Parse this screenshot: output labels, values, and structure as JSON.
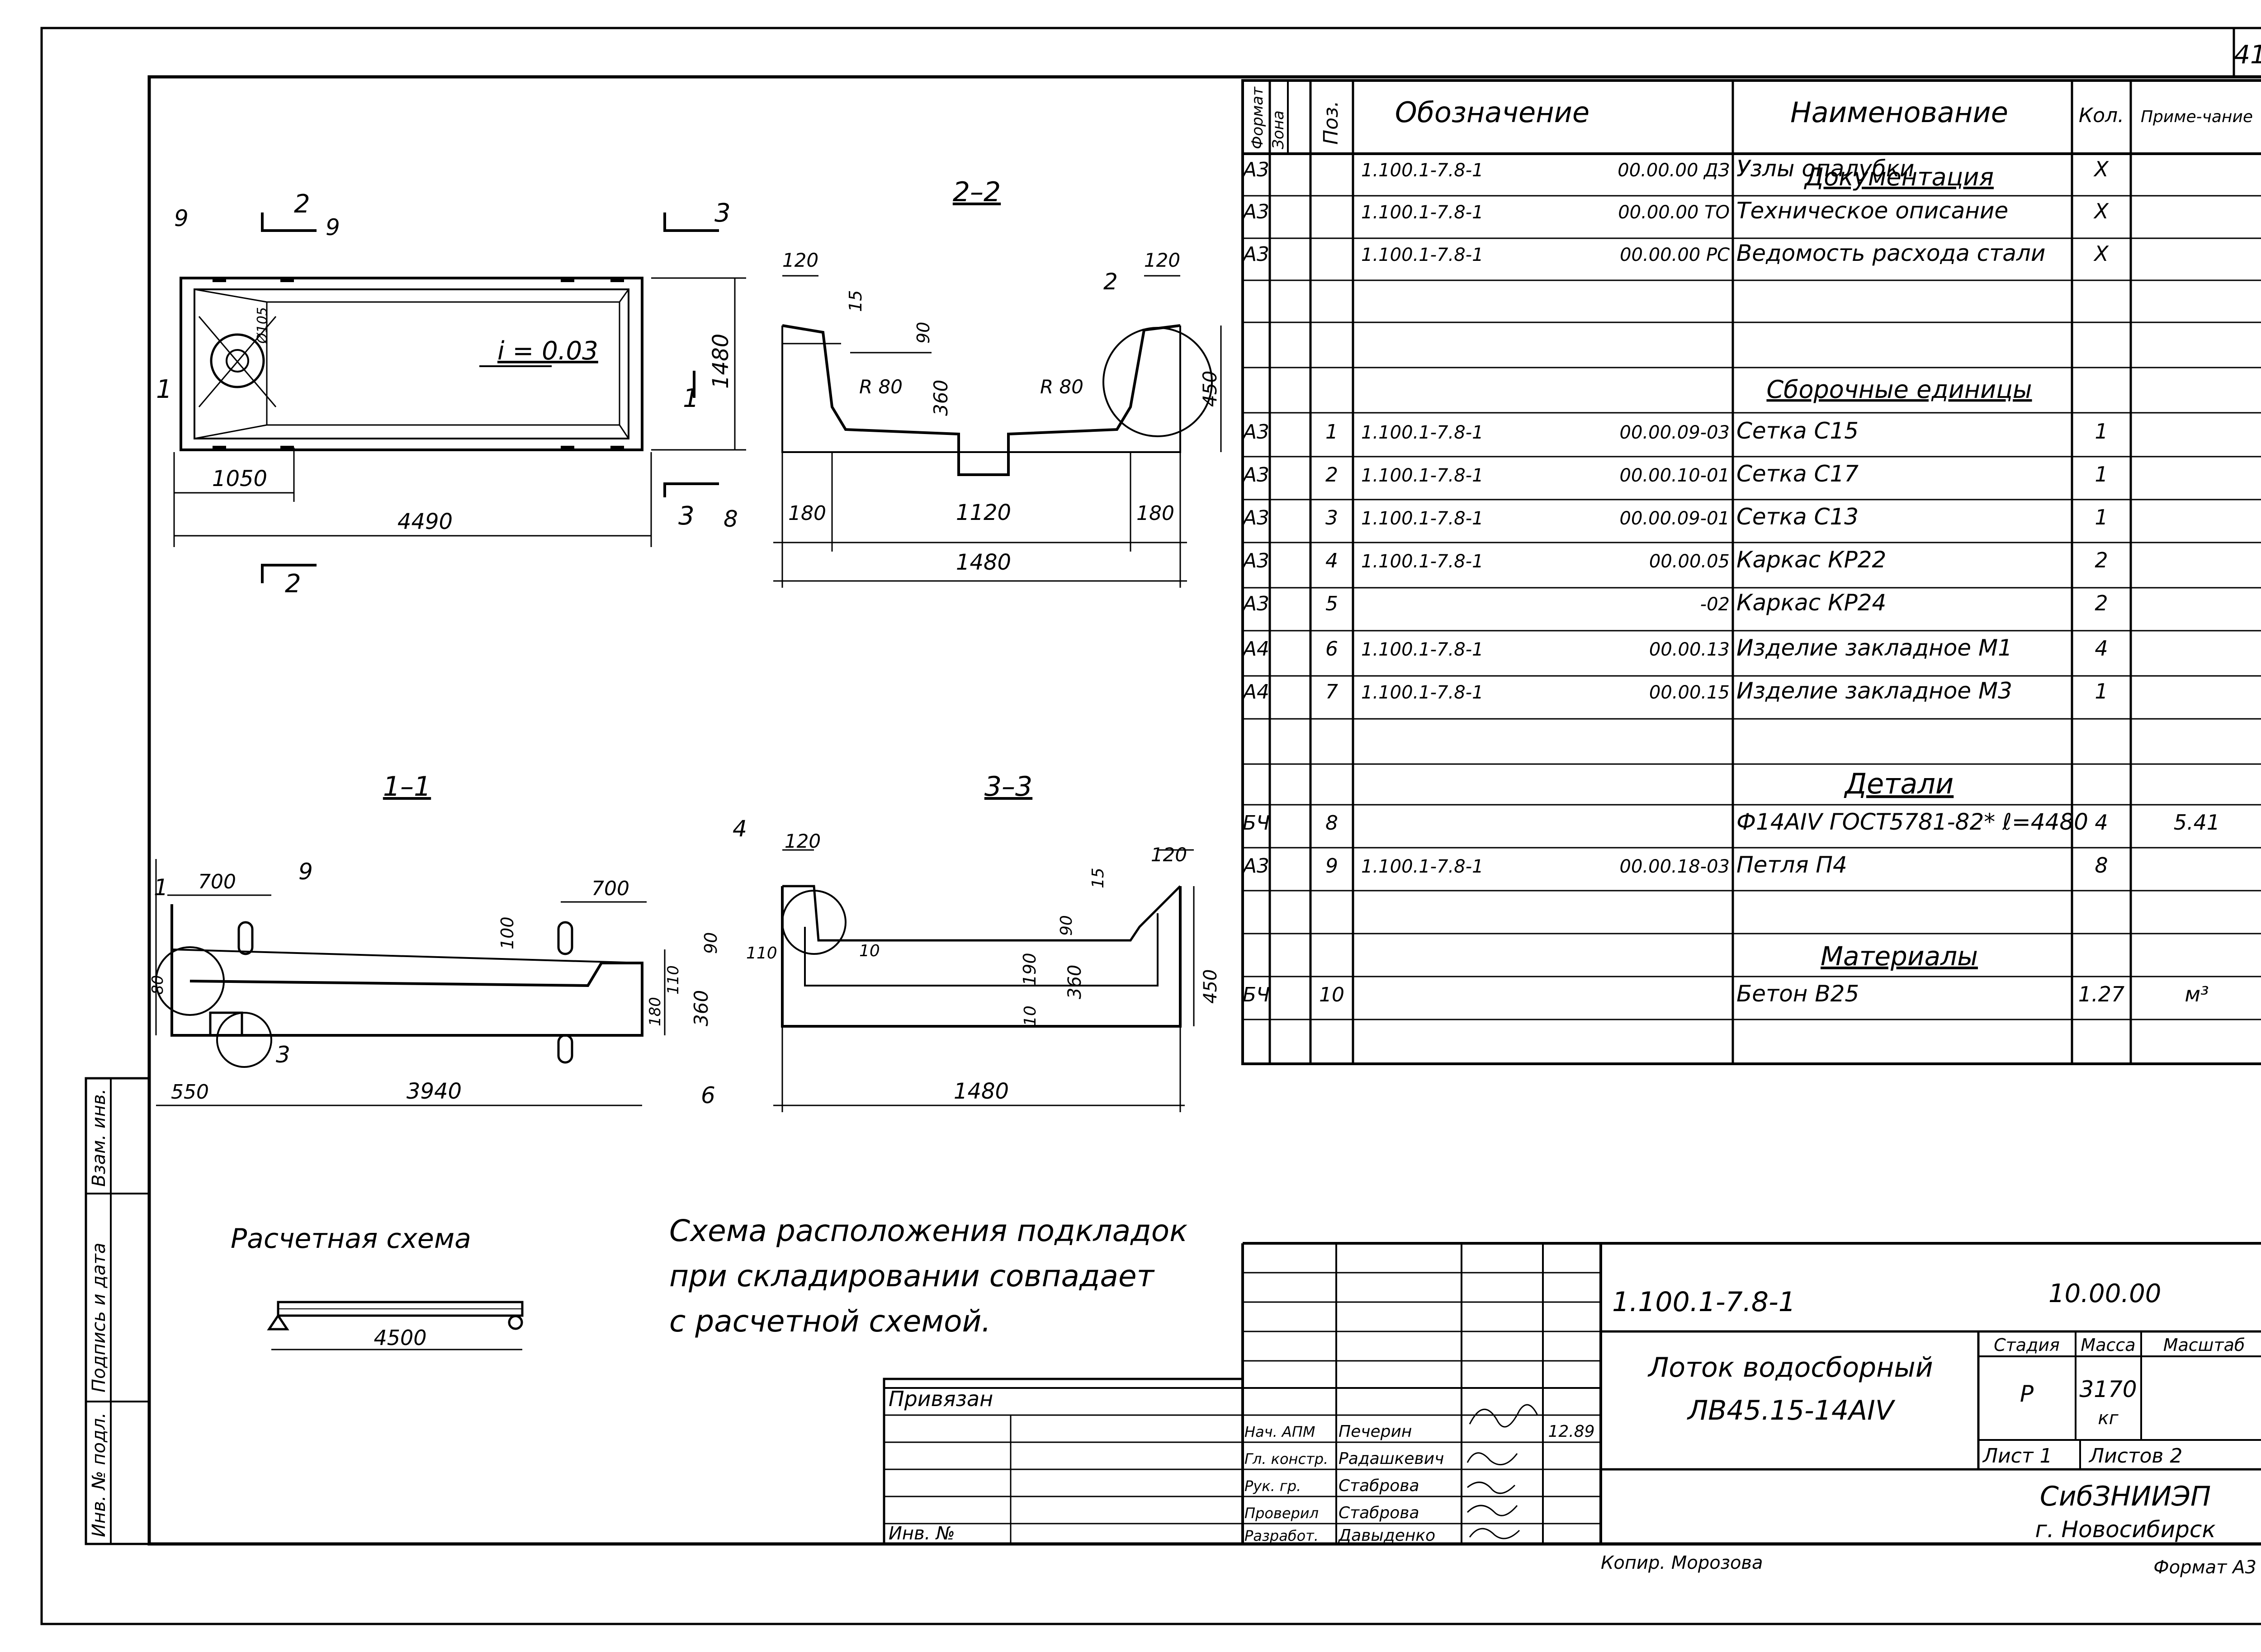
{
  "page_number": "41",
  "spec_table": {
    "headers": {
      "format": "Формат",
      "zone": "Зона",
      "pos": "Поз.",
      "designation": "Обозначение",
      "name": "Наименование",
      "qty": "Кол.",
      "note": "Приме-чание"
    },
    "sections": {
      "documentation": "Документация",
      "assemblies": "Сборочные единицы",
      "details": "Детали",
      "materials": "Материалы"
    },
    "rows": [
      {
        "format": "А3",
        "pos": "",
        "code": "1.100.1-7.8-1",
        "suffix": "00.00.00 ДЗ",
        "name": "Узлы опалубки",
        "qty": "Х",
        "note": ""
      },
      {
        "format": "А3",
        "pos": "",
        "code": "1.100.1-7.8-1",
        "suffix": "00.00.00 ТО",
        "name": "Техническое описание",
        "qty": "Х",
        "note": ""
      },
      {
        "format": "А3",
        "pos": "",
        "code": "1.100.1-7.8-1",
        "suffix": "00.00.00 РС",
        "name": "Ведомость расхода стали",
        "qty": "Х",
        "note": ""
      },
      {
        "format": "А3",
        "pos": "1",
        "code": "1.100.1-7.8-1",
        "suffix": "00.00.09-03",
        "name": "Сетка С15",
        "qty": "1",
        "note": ""
      },
      {
        "format": "А3",
        "pos": "2",
        "code": "1.100.1-7.8-1",
        "suffix": "00.00.10-01",
        "name": "Сетка С17",
        "qty": "1",
        "note": ""
      },
      {
        "format": "А3",
        "pos": "3",
        "code": "1.100.1-7.8-1",
        "suffix": "00.00.09-01",
        "name": "Сетка С13",
        "qty": "1",
        "note": ""
      },
      {
        "format": "А3",
        "pos": "4",
        "code": "1.100.1-7.8-1",
        "suffix": "00.00.05",
        "name": "Каркас КР22",
        "qty": "2",
        "note": ""
      },
      {
        "format": "А3",
        "pos": "5",
        "code": "",
        "suffix": "-02",
        "name": "Каркас КР24",
        "qty": "2",
        "note": ""
      },
      {
        "format": "А4",
        "pos": "6",
        "code": "1.100.1-7.8-1",
        "suffix": "00.00.13",
        "name": "Изделие закладное М1",
        "qty": "4",
        "note": ""
      },
      {
        "format": "А4",
        "pos": "7",
        "code": "1.100.1-7.8-1",
        "suffix": "00.00.15",
        "name": "Изделие закладное М3",
        "qty": "1",
        "note": ""
      },
      {
        "format": "БЧ",
        "pos": "8",
        "code": "",
        "suffix": "",
        "name": "Ф14АIV ГОСТ5781-82* ℓ=4480",
        "qty": "4",
        "note": "5.41"
      },
      {
        "format": "А3",
        "pos": "9",
        "code": "1.100.1-7.8-1",
        "suffix": "00.00.18-03",
        "name": "Петля П4",
        "qty": "8",
        "note": ""
      },
      {
        "format": "БЧ",
        "pos": "10",
        "code": "",
        "suffix": "",
        "name": "Бетон В25",
        "qty": "1.27",
        "note": "м³"
      }
    ]
  },
  "drawing": {
    "section_2_2": "2–2",
    "section_1_1": "1–1",
    "section_3_3": "3–3",
    "slope": "i = 0.03",
    "dims_plan": [
      "4490",
      "1050",
      "1480",
      "Ø105"
    ],
    "dims_22": [
      "120",
      "120",
      "15",
      "90",
      "360",
      "R 80",
      "R 80",
      "450",
      "180",
      "1120",
      "180",
      "1480"
    ],
    "dims_11": [
      "700",
      "700",
      "100",
      "90",
      "110",
      "180",
      "360",
      "80",
      "550",
      "3940"
    ],
    "dims_33": [
      "120",
      "120",
      "15",
      "90",
      "110",
      "10",
      "190",
      "360",
      "10",
      "450",
      "1480"
    ],
    "labels": [
      "1",
      "2",
      "3",
      "4",
      "6",
      "8",
      "9"
    ]
  },
  "scheme": {
    "title": "Расчетная схема",
    "span": "4500",
    "note_lines": [
      "Схема расположения подкладок",
      "при складировании совпадает",
      "с расчетной схемой."
    ]
  },
  "side_stamp": {
    "inv_podl": "Инв. № подл.",
    "sign_date": "Подпись и дата",
    "vzam": "Взам. инв."
  },
  "title_block": {
    "privyazan": "Привязан",
    "inv_no": "Инв. №",
    "doc_code": "1.100.1-7.8-1",
    "doc_suffix": "10.00.00",
    "item_name_line1": "Лоток водосборный",
    "item_name_line2": "ЛВ45.15-14АIV",
    "stage_label": "Стадия",
    "mass_label": "Масса",
    "scale_label": "Масштаб",
    "stage": "Р",
    "mass": "3170",
    "mass_unit": "кг",
    "sheet_label": "Лист 1",
    "sheets_label": "Листов 2",
    "org_line1": "СибЗНИИЭП",
    "org_line2": "г. Новосибирск",
    "date": "12.89",
    "roles": [
      {
        "role": "Нач. АПМ",
        "name": "Печерин"
      },
      {
        "role": "Гл. констр.",
        "name": "Радашкевич"
      },
      {
        "role": "Рук. гр.",
        "name": "Стаброва"
      },
      {
        "role": "Проверил",
        "name": "Стаброва"
      },
      {
        "role": "Разработ.",
        "name": "Давыденко"
      }
    ],
    "copied": "Копир. Морозова",
    "format": "Формат А3"
  }
}
